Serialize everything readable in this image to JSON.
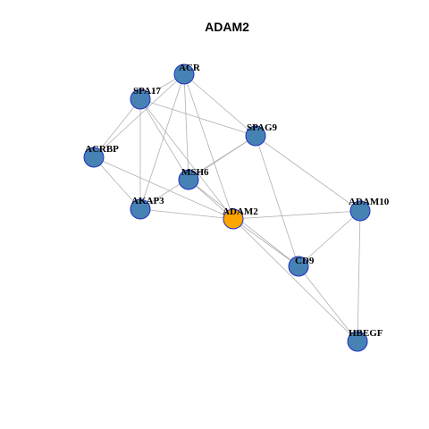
{
  "title": "ADAM2",
  "colors": {
    "node_default": "#4682b4",
    "node_highlight": "#ffa500",
    "node_border": "#1f2fbf",
    "edge": "#b0b0b0"
  },
  "nodes": [
    {
      "id": "ACR",
      "label": "ACR",
      "highlight": false
    },
    {
      "id": "SPA17",
      "label": "SPA17",
      "highlight": false
    },
    {
      "id": "SPAG9",
      "label": "SPAG9",
      "highlight": false
    },
    {
      "id": "ACRBP",
      "label": "ACRBP",
      "highlight": false
    },
    {
      "id": "MSH6",
      "label": "MSH6",
      "highlight": false
    },
    {
      "id": "AKAP3",
      "label": "AKAP3",
      "highlight": false
    },
    {
      "id": "ADAM2",
      "label": "ADAM2",
      "highlight": true
    },
    {
      "id": "ADAM10",
      "label": "ADAM10",
      "highlight": false
    },
    {
      "id": "CD9",
      "label": "CD9",
      "highlight": false
    },
    {
      "id": "HBEGF",
      "label": "HBEGF",
      "highlight": false
    }
  ],
  "edges": [
    [
      "ACR",
      "SPA17"
    ],
    [
      "ACR",
      "SPAG9"
    ],
    [
      "ACR",
      "MSH6"
    ],
    [
      "ACR",
      "ADAM2"
    ],
    [
      "ACR",
      "ACRBP"
    ],
    [
      "ACR",
      "AKAP3"
    ],
    [
      "SPA17",
      "ACRBP"
    ],
    [
      "SPA17",
      "SPAG9"
    ],
    [
      "SPA17",
      "MSH6"
    ],
    [
      "SPA17",
      "ADAM2"
    ],
    [
      "SPA17",
      "AKAP3"
    ],
    [
      "SPAG9",
      "MSH6"
    ],
    [
      "SPAG9",
      "AKAP3"
    ],
    [
      "SPAG9",
      "ADAM10"
    ],
    [
      "SPAG9",
      "CD9"
    ],
    [
      "ACRBP",
      "AKAP3"
    ],
    [
      "ACRBP",
      "ADAM2"
    ],
    [
      "MSH6",
      "ADAM2"
    ],
    [
      "MSH6",
      "CD9"
    ],
    [
      "AKAP3",
      "ADAM2"
    ],
    [
      "ADAM2",
      "ADAM10"
    ],
    [
      "ADAM2",
      "CD9"
    ],
    [
      "ADAM2",
      "HBEGF"
    ],
    [
      "ADAM10",
      "CD9"
    ],
    [
      "ADAM10",
      "HBEGF"
    ],
    [
      "CD9",
      "HBEGF"
    ]
  ]
}
